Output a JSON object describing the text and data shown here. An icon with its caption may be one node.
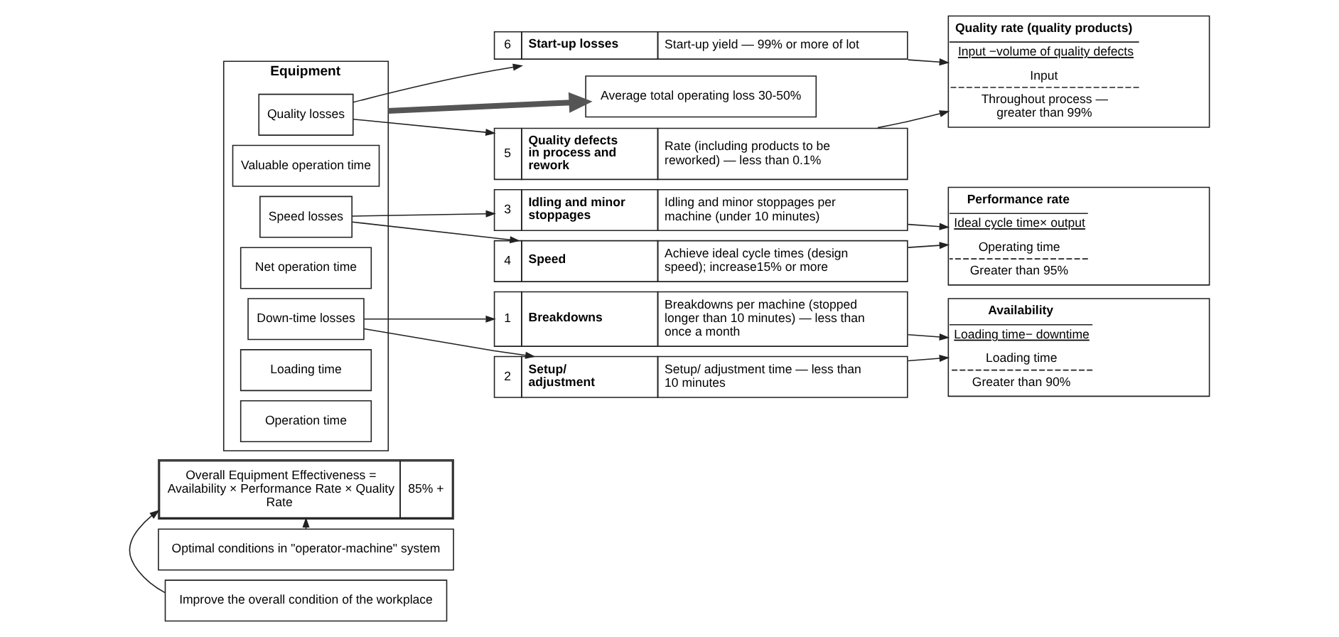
{
  "diagram": {
    "nodes": [
      {
        "text": [
          "Overall Equipment Effectiveness = Availability × Performance Rate × Quality Rate",
          "85% +"
        ]
      },
      {
        "text": [
          "Equipment"
        ]
      },
      {
        "text": [
          "Operation time"
        ],
        "in": 1
      },
      {
        "text": [
          "Loading time"
        ],
        "in": 1
      },
      {
        "text": [
          "Down-time losses"
        ],
        "in": 1
      },
      {
        "text": [
          "Net operation time"
        ],
        "in": 1
      },
      {
        "text": [
          "Speed losses"
        ],
        "in": 1
      },
      {
        "text": [
          "Valuable operation time"
        ],
        "in": 1
      },
      {
        "text": [
          "Quality losses"
        ],
        "in": 1
      },
      {
        "text": [
          "Average total operating loss 30-50%"
        ]
      },
      {
        "text": [
          "1",
          "Breakdowns",
          "Breakdowns per machine (stopped longer than 10 minutes) — less than once a month"
        ]
      },
      {
        "text": [
          "2",
          "Setup/ adjustment",
          "Setup/ adjustment time — less than 10 minutes"
        ]
      },
      {
        "text": [
          "3",
          "Idling and minor stoppages",
          "Idling and minor stoppages per machine (under 10 minutes)"
        ]
      },
      {
        "text": [
          "4",
          "Speed",
          "Achieve ideal cycle times (design speed); increase15% or more"
        ]
      },
      {
        "text": [
          "5",
          "Quality defects in process and rework",
          "Rate (including products to be reworked) — less than 0.1%"
        ]
      },
      {
        "text": [
          "6",
          "Start-up losses",
          "Start-up yield — 99% or more of lot"
        ]
      },
      {
        "text": [
          "Availability",
          "Loading time− downtime",
          "Loading time",
          "Greater than 90%"
        ]
      },
      {
        "text": [
          "Performance rate",
          "Ideal cycle time× output",
          "Operating time",
          "Greater than 95%"
        ]
      },
      {
        "text": [
          "Quality rate (quality products)",
          "Input −volume of quality defects",
          "Input",
          "Throughout process — greater than 99%"
        ]
      },
      {
        "text": [
          "Optimal conditions in \"operator-machine\" system"
        ]
      },
      {
        "text": [
          "Improve the overall condition of the workplace"
        ]
      }
    ],
    "edges": [
      {
        "from": 4,
        "to": 10,
        "arrow": "to"
      },
      {
        "from": 4,
        "to": 11,
        "arrow": "to"
      },
      {
        "from": 6,
        "to": 12,
        "arrow": "to"
      },
      {
        "from": 6,
        "to": 13,
        "arrow": "to"
      },
      {
        "from": 8,
        "to": 14,
        "arrow": "to"
      },
      {
        "from": 8,
        "to": 15,
        "arrow": "to"
      },
      {
        "from": 10,
        "to": 16,
        "arrow": "to"
      },
      {
        "from": 11,
        "to": 16,
        "arrow": "to"
      },
      {
        "from": 12,
        "to": 17,
        "arrow": "to"
      },
      {
        "from": 13,
        "to": 17,
        "arrow": "to"
      },
      {
        "from": 14,
        "to": 18,
        "arrow": "to"
      },
      {
        "from": 15,
        "to": 18,
        "arrow": "to"
      },
      {
        "from": 1,
        "to": 9,
        "arrow": "to",
        "style": "thick",
        "color": "#555555"
      },
      {
        "from": 19,
        "to": 0,
        "arrow": "to"
      },
      {
        "from": 20,
        "to": 0,
        "arrow": "to"
      }
    ]
  }
}
